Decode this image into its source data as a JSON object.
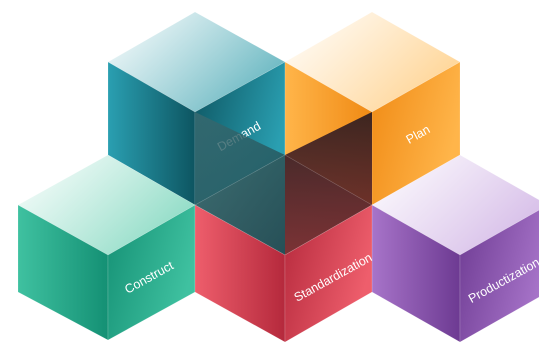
{
  "cubes": [
    {
      "id": "demand",
      "label": "Demand",
      "color_light": "#2a9fb1",
      "color_dark": "#0d5561",
      "color_top": "#6ab8c2"
    },
    {
      "id": "plan",
      "label": "Plan",
      "color_light": "#ffb54a",
      "color_dark": "#f08a14",
      "color_top": "#ffd596"
    },
    {
      "id": "construct",
      "label": "Construct",
      "color_light": "#3fc1a0",
      "color_dark": "#149074",
      "color_top": "#8fdcc6"
    },
    {
      "id": "standardization",
      "label": "Standardization",
      "color_light": "#ee5e6c",
      "color_dark": "#b5293c",
      "color_top": "#f3a3ab"
    },
    {
      "id": "productization",
      "label": "Productization",
      "color_light": "#a774c9",
      "color_dark": "#6d3a92",
      "color_top": "#d6bde8"
    }
  ],
  "center_colors": {
    "top": "#2f7a72",
    "left": "#3a6a70",
    "right": "#332020",
    "bottom": "#8a3040"
  }
}
